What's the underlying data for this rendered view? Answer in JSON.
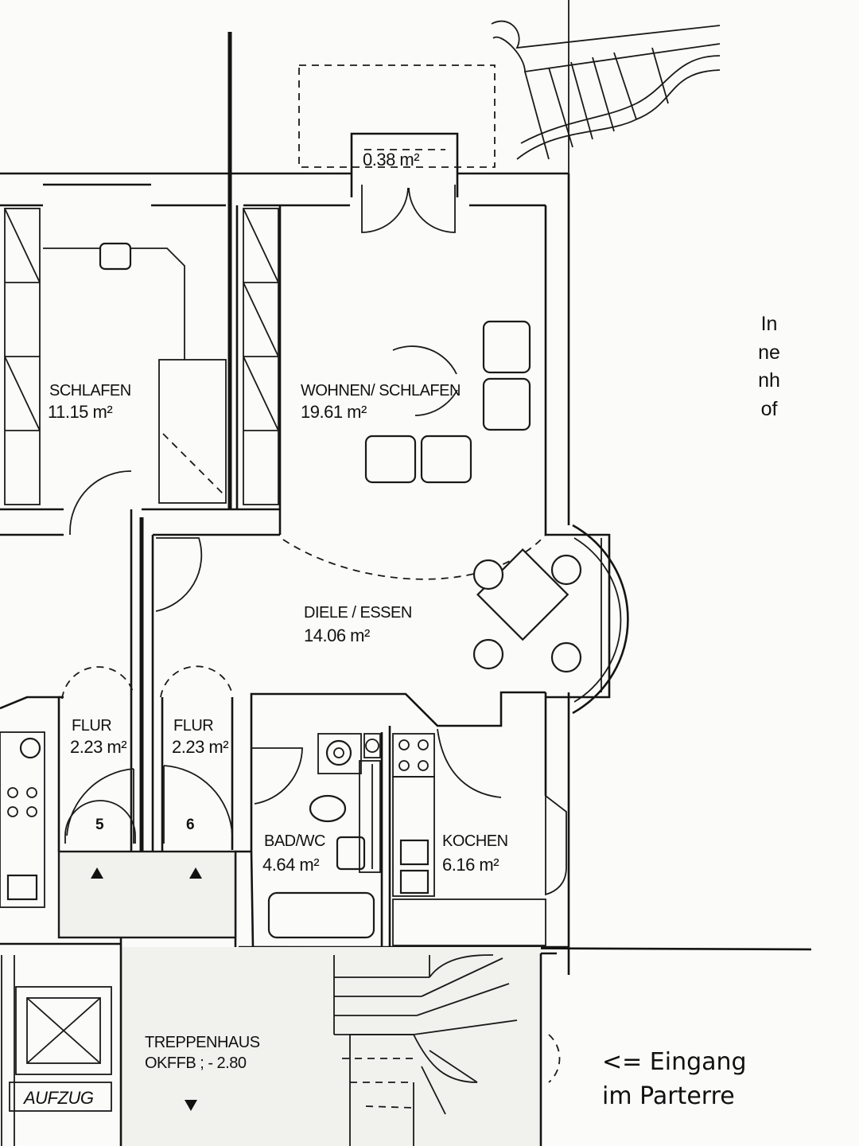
{
  "title": "",
  "rooms": [
    {
      "id": "schlafen",
      "label": "SCHLAFEN",
      "area": "11.15 m²"
    },
    {
      "id": "wohnen",
      "label": "WOHNEN/ SCHLAFEN",
      "area": "19.61 m²"
    },
    {
      "id": "diele",
      "label": "DIELE / ESSEN",
      "area": "14.06 m²"
    },
    {
      "id": "flur-left",
      "label": "FLUR",
      "area": "2.23 m²"
    },
    {
      "id": "flur-right",
      "label": "FLUR",
      "area": "2.23 m²"
    },
    {
      "id": "bad",
      "label": "BAD/WC",
      "area": "4.64 m²"
    },
    {
      "id": "kochen",
      "label": "KOCHEN",
      "area": "6.16 m²"
    },
    {
      "id": "treppenhaus",
      "label": "TREPPENHAUS",
      "area": "OKFFB ; - 2.80"
    }
  ],
  "balcony_area": "0.38 m²",
  "door_numbers": [
    "5",
    "6"
  ],
  "elevator_label": "AUFZUG",
  "courtyard_label": "Innenhof",
  "entrance_note": {
    "line1": "<= Eingang",
    "line2": "im Parterre"
  },
  "colors": {
    "ink": "#141414",
    "paper": "#fbfbf9"
  }
}
